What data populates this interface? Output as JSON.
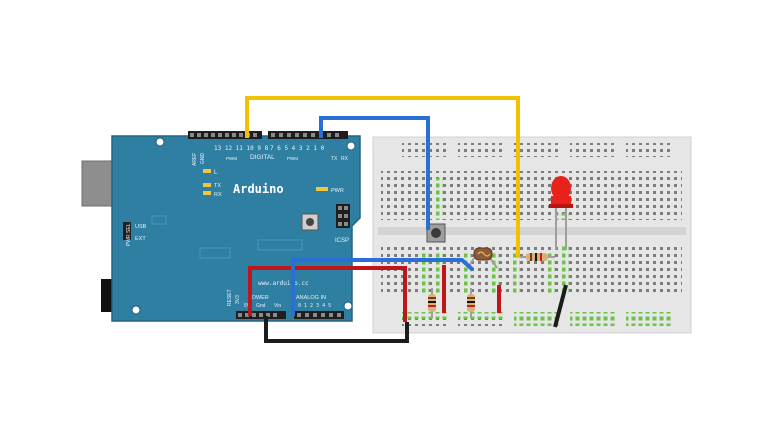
{
  "board": {
    "name": "Arduino",
    "url": "www.arduino.cc",
    "digital_label": "DIGITAL",
    "power_label": "POWER",
    "analog_label": "ANALOG IN",
    "icsp_label": "ICSP",
    "pwr_label": "PWR",
    "usb_label": "USB",
    "ext_label": "EXT",
    "pwr_sel_label": "PWR SEL",
    "l_label": "L",
    "tx_label": "TX",
    "rx_label": "RX",
    "aref_label": "AREF",
    "gnd_label": "GND",
    "reset_label": "RESET",
    "v33_label": "3V3",
    "v5_label": "5V",
    "gnd2_label": "Gnd",
    "vin_label": "Vin",
    "digital_numbers": "13 12 11 10 9 8",
    "digital_numbers2": "7 6 5 4 3 2 1 0",
    "analog_numbers": "0 1 2 3 4 5",
    "tx_pin_label": "TX",
    "rx_pin_label": "RX",
    "pwm_label": "PWM"
  },
  "colors": {
    "board": "#2f7fa3",
    "board_dark": "#1f5f7e",
    "breadboard": "#e8e8e8",
    "wire_yellow": "#f2c200",
    "wire_blue": "#2a6fd6",
    "wire_red": "#c0161b",
    "wire_black": "#1c1c1c",
    "led": "#e8211b",
    "green_dot": "#6cc24a"
  }
}
